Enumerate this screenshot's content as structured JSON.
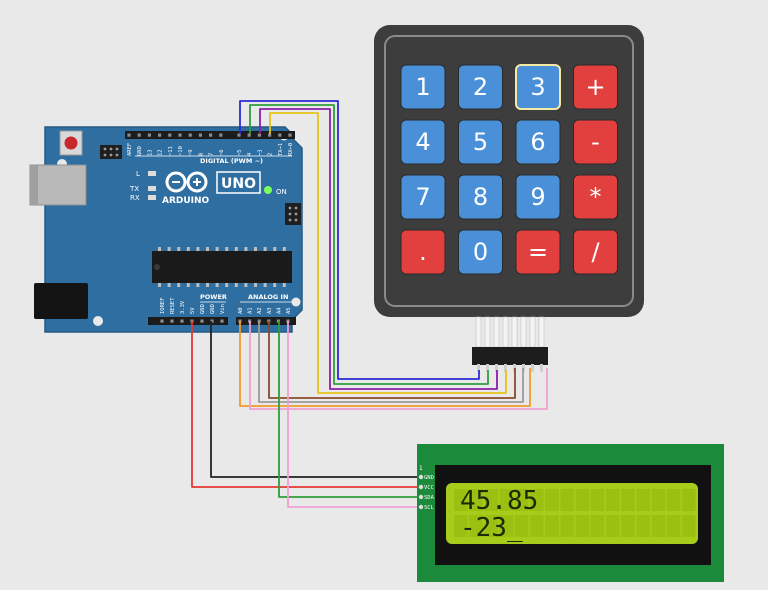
{
  "arduino": {
    "brand": "ARDUINO",
    "model": "UNO",
    "on_label": "ON",
    "led_labels": [
      "L",
      "TX",
      "RX"
    ],
    "digital_header_label": "DIGITAL (PWM ~)",
    "digital_pins": [
      "AREF",
      "GND",
      "13",
      "12",
      "~11",
      "~10",
      "~9",
      "8",
      "7",
      "~6",
      "~5",
      "4",
      "~3",
      "2",
      "TX→1",
      "RX←0"
    ],
    "power_header_label": "POWER",
    "power_pins": [
      "IOREF",
      "RESET",
      "3.3V",
      "5V",
      "GND",
      "GND",
      "Vin"
    ],
    "analog_header_label": "ANALOG IN",
    "analog_pins": [
      "A0",
      "A1",
      "A2",
      "A3",
      "A4",
      "A5"
    ]
  },
  "keypad": {
    "rows": [
      [
        "1",
        "2",
        "3",
        "+"
      ],
      [
        "4",
        "5",
        "6",
        "-"
      ],
      [
        "7",
        "8",
        "9",
        "*"
      ],
      [
        ".",
        "0",
        "=",
        "/"
      ]
    ],
    "colors": {
      "number_key": "#4a90d9",
      "operator_key": "#e2403f",
      "body": "#3c3c3c"
    }
  },
  "lcd": {
    "line1": "45.85",
    "line2": "-23_",
    "pin_index_label": "1",
    "pins": [
      "GND",
      "VCC",
      "SDA",
      "SCL"
    ],
    "colors": {
      "board": "#1b8a3a",
      "screen": "#a7cc1a"
    }
  },
  "wire_colors": {
    "red": "#e53935",
    "black": "#222222",
    "green": "#2e9e3a",
    "purple": "#8a1fa8",
    "blue": "#2b2bd6",
    "yellow": "#e5c21a",
    "orange": "#f09a2a",
    "gray": "#9a9a9a",
    "brown": "#8a4a2a",
    "pink": "#f0a0d0"
  }
}
